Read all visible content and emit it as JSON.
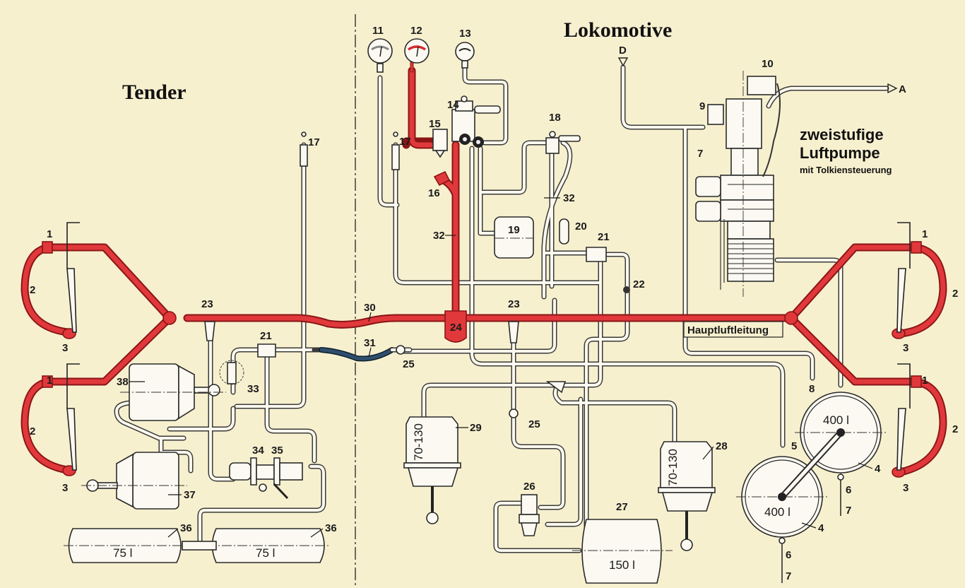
{
  "titles": {
    "tender": "Tender",
    "locomotive": "Lokomotive",
    "pump_line1": "zweistufige",
    "pump_line2": "Luftpumpe",
    "pump_line3": "mit Tolkiensteuerung",
    "main_line": "Hauptluftleitung"
  },
  "ports": {
    "D": "D",
    "A": "A"
  },
  "tanks": {
    "tender_left": "75 l",
    "tender_right": "75 l",
    "loco_150": "150 l",
    "main_upper": "400 l",
    "main_lower": "400 l",
    "cyl_29": "70-130",
    "cyl_28": "70-130"
  },
  "labels": {
    "n1": "1",
    "n2": "2",
    "n3": "3",
    "n4": "4",
    "n5": "5",
    "n6": "6",
    "n7": "7",
    "n8": "8",
    "n9": "9",
    "n10": "10",
    "n11": "11",
    "n12": "12",
    "n13": "13",
    "n14": "14",
    "n15": "15",
    "n16": "16",
    "n17": "17",
    "n18": "18",
    "n19": "19",
    "n20": "20",
    "n21": "21",
    "n22": "22",
    "n23": "23",
    "n24": "24",
    "n25": "25",
    "n26": "26",
    "n27": "27",
    "n28": "28",
    "n29": "29",
    "n30": "30",
    "n31": "31",
    "n32": "32",
    "n33": "33",
    "n34": "34",
    "n35": "35",
    "n36": "36",
    "n37": "37",
    "n38": "38"
  },
  "colors": {
    "background": "#f7f0cf",
    "main_air_line": "#e0383b",
    "hose_31": "#2f4f6c",
    "pipe": "#fbf8ee"
  }
}
